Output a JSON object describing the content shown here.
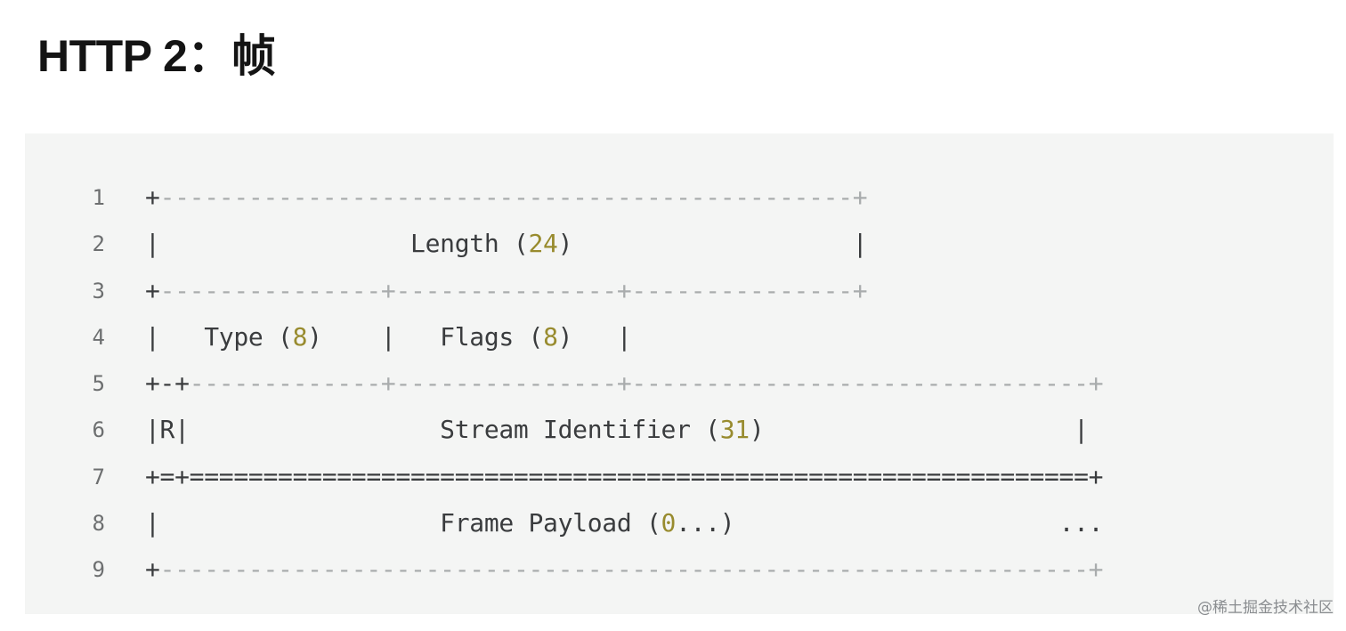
{
  "title": "HTTP 2：帧",
  "code_lines": [
    {
      "number": "1",
      "segments": [
        {
          "text": "+",
          "cls": "bar"
        },
        {
          "text": "-----------------------------------------------",
          "cls": "dash"
        },
        {
          "text": "+",
          "cls": "dash"
        }
      ]
    },
    {
      "number": "2",
      "segments": [
        {
          "text": "|                 Length (",
          "cls": "bar"
        },
        {
          "text": "24",
          "cls": "num"
        },
        {
          "text": ")                   |",
          "cls": "bar"
        }
      ]
    },
    {
      "number": "3",
      "segments": [
        {
          "text": "+",
          "cls": "bar"
        },
        {
          "text": "---------------+---------------+---------------+",
          "cls": "dash"
        }
      ]
    },
    {
      "number": "4",
      "segments": [
        {
          "text": "|   Type (",
          "cls": "bar"
        },
        {
          "text": "8",
          "cls": "num"
        },
        {
          "text": ")    |   Flags (",
          "cls": "bar"
        },
        {
          "text": "8",
          "cls": "num"
        },
        {
          "text": ")   |",
          "cls": "bar"
        }
      ]
    },
    {
      "number": "5",
      "segments": [
        {
          "text": "+-+",
          "cls": "bar"
        },
        {
          "text": "-------------+---------------+-------------------------------+",
          "cls": "dash"
        }
      ]
    },
    {
      "number": "6",
      "segments": [
        {
          "text": "|R|                 Stream Identifier (",
          "cls": "bar"
        },
        {
          "text": "31",
          "cls": "num"
        },
        {
          "text": ")                     |",
          "cls": "bar"
        }
      ]
    },
    {
      "number": "7",
      "segments": [
        {
          "text": "+=+=============================================================+",
          "cls": "bar"
        }
      ]
    },
    {
      "number": "8",
      "segments": [
        {
          "text": "|                   Frame Payload (",
          "cls": "bar"
        },
        {
          "text": "0",
          "cls": "num"
        },
        {
          "text": "...)                      ...",
          "cls": "bar"
        }
      ]
    },
    {
      "number": "9",
      "segments": [
        {
          "text": "+",
          "cls": "bar"
        },
        {
          "text": "---------------------------------------------------------------+",
          "cls": "dash"
        }
      ]
    }
  ],
  "watermark": "@稀土掘金技术社区"
}
